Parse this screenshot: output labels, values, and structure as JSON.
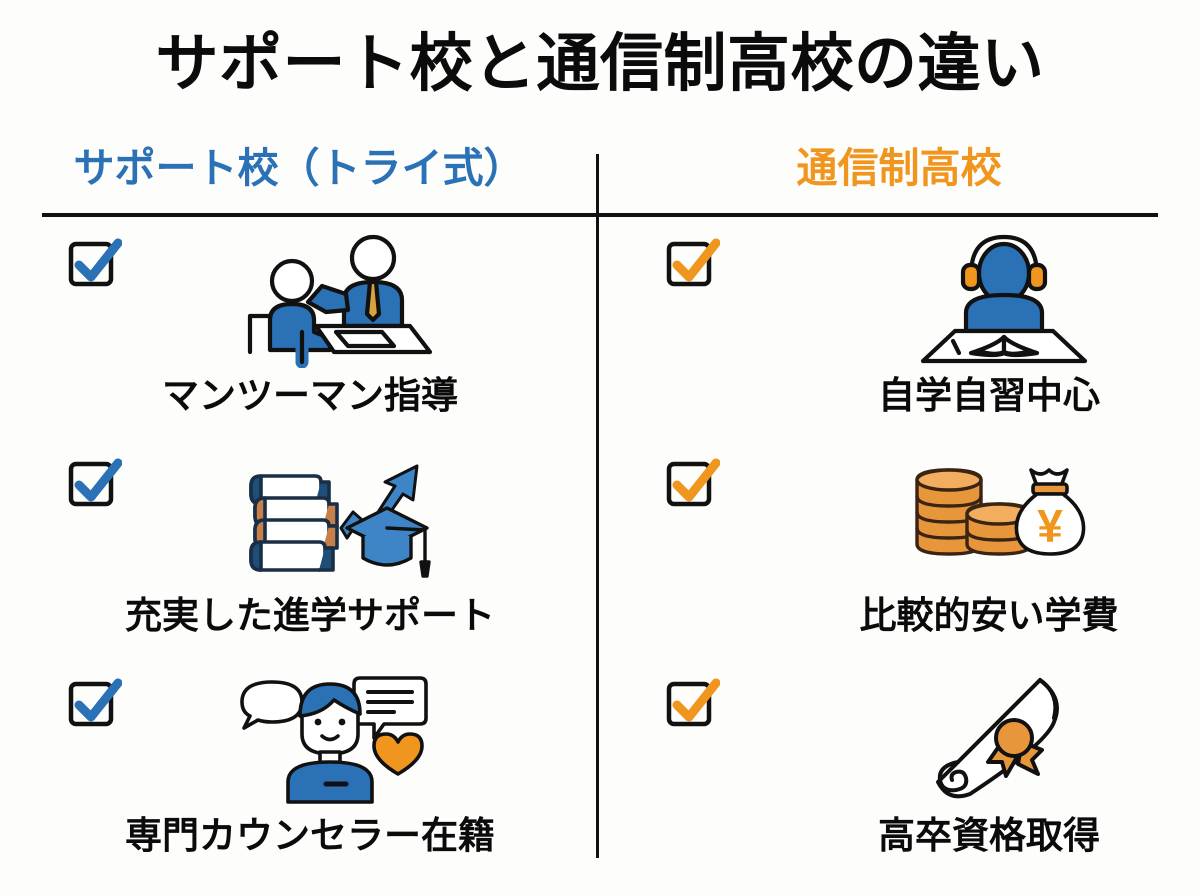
{
  "title": "サポート校と通信制高校の違い",
  "colors": {
    "blue": "#2a72b5",
    "blue_dark": "#1b5a93",
    "orange": "#f0961e",
    "ink": "#0b0b0b",
    "background": "#fdfdfc"
  },
  "columns": [
    {
      "id": "support-school",
      "header": "サポート校（トライ式）",
      "accent": "#2a72b5",
      "features": [
        {
          "label": "マンツーマン指導",
          "icon": "tutor-and-student-icon",
          "check": "blue-check-icon"
        },
        {
          "label": "充実した進学サポート",
          "icon": "books-graduation-cap-growth-arrow-icon",
          "check": "blue-check-icon"
        },
        {
          "label": "専門カウンセラー在籍",
          "icon": "counselor-speech-bubbles-heart-icon",
          "check": "blue-check-icon"
        }
      ]
    },
    {
      "id": "correspondence-high-school",
      "header": "通信制高校",
      "accent": "#f0961e",
      "features": [
        {
          "label": "自学自習中心",
          "icon": "student-headphones-book-desk-icon",
          "check": "orange-check-icon"
        },
        {
          "label": "比較的安い学費",
          "icon": "coins-money-bag-yen-icon",
          "check": "orange-check-icon"
        },
        {
          "label": "高卒資格取得",
          "icon": "diploma-scroll-ribbon-icon",
          "check": "orange-check-icon"
        }
      ]
    }
  ]
}
